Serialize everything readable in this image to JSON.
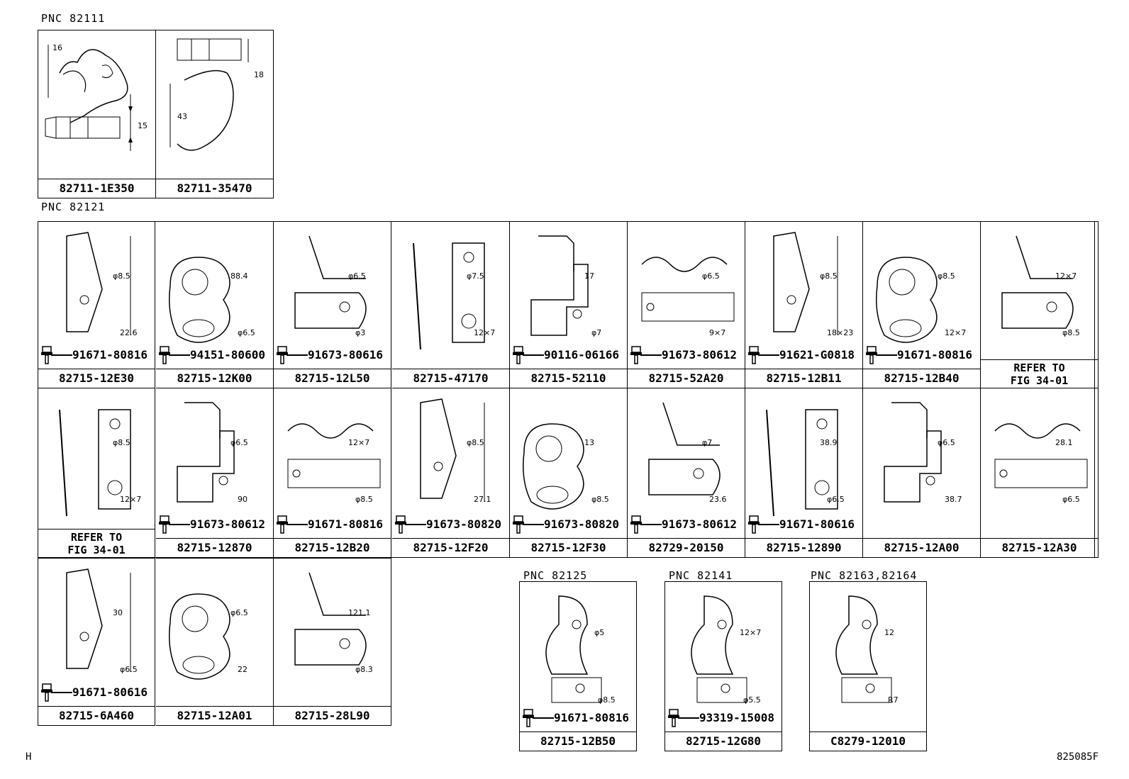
{
  "groups": {
    "g1": {
      "label": "PNC 82111"
    },
    "g2": {
      "label": "PNC 82121"
    },
    "g3": {
      "label": "PNC 82125"
    },
    "g4": {
      "label": "PNC 82141"
    },
    "g5": {
      "label": "PNC 82163,82164"
    }
  },
  "parts": [
    {
      "pn": "82711-1E350",
      "dims": [
        "16",
        "15"
      ]
    },
    {
      "pn": "82711-35470",
      "dims": [
        "18",
        "43"
      ]
    },
    {
      "pn": "82715-12E30",
      "bolt": "91671-80816",
      "dims": [
        "φ8.5",
        "22.6"
      ]
    },
    {
      "pn": "82715-12K00",
      "bolt": "94151-80600",
      "dims": [
        "88.4",
        "φ6.5"
      ]
    },
    {
      "pn": "82715-12L50",
      "bolt": "91673-80616",
      "dims": [
        "φ6.5",
        "φ3"
      ]
    },
    {
      "pn": "82715-47170",
      "dims": [
        "φ7.5",
        "12×7"
      ]
    },
    {
      "pn": "82715-52110",
      "bolt": "90116-06166",
      "dims": [
        "17",
        "φ7"
      ]
    },
    {
      "pn": "82715-52A20",
      "bolt": "91673-80612",
      "dims": [
        "φ6.5",
        "9×7"
      ]
    },
    {
      "pn": "82715-12B11",
      "bolt": "91621-G0818",
      "dims": [
        "φ8.5",
        "18×23"
      ]
    },
    {
      "pn": "82715-12B40",
      "bolt": "91671-80816",
      "dims": [
        "φ8.5",
        "12×7"
      ]
    },
    {
      "refer1": "REFER TO",
      "refer2": "FIG 34-01",
      "dims": [
        "12×7",
        "φ8.5"
      ]
    },
    {
      "refer1": "REFER TO",
      "refer2": "FIG 34-01",
      "dims": [
        "φ8.5",
        "12×7"
      ]
    },
    {
      "pn": "82715-12870",
      "bolt": "91673-80612",
      "dims": [
        "φ6.5",
        "90"
      ]
    },
    {
      "pn": "82715-12B20",
      "bolt": "91671-80816",
      "dims": [
        "12×7",
        "φ8.5"
      ]
    },
    {
      "pn": "82715-12F20",
      "bolt": "91673-80820",
      "dims": [
        "φ8.5",
        "27.1"
      ]
    },
    {
      "pn": "82715-12F30",
      "bolt": "91673-80820",
      "dims": [
        "13",
        "φ8.5"
      ]
    },
    {
      "pn": "82729-20150",
      "bolt": "91673-80612",
      "dims": [
        "φ7",
        "23.6"
      ]
    },
    {
      "pn": "82715-12890",
      "bolt": "91671-80616",
      "dims": [
        "38.9",
        "φ6.5"
      ]
    },
    {
      "pn": "82715-12A00",
      "dims": [
        "φ6.5",
        "38.7"
      ]
    },
    {
      "pn": "82715-12A30",
      "dims": [
        "28.1",
        "φ6.5"
      ]
    },
    {
      "pn": "82715-6A460",
      "bolt": "91671-80616",
      "dims": [
        "30",
        "φ6.5"
      ]
    },
    {
      "pn": "82715-12A01",
      "dims": [
        "φ6.5",
        "22"
      ]
    },
    {
      "pn": "82715-28L90",
      "dims": [
        "121.1",
        "φ8.3"
      ]
    },
    {
      "pn": "82715-12B50",
      "bolt": "91671-80816",
      "dims": [
        "φ5",
        "φ8.5"
      ]
    },
    {
      "pn": "82715-12G80",
      "bolt": "93319-15008",
      "dims": [
        "12×7",
        "φ5.5"
      ]
    },
    {
      "pn": "C8279-12010",
      "dims": [
        "12",
        "R7"
      ]
    }
  ],
  "footer": {
    "left": "H",
    "right": "825085F"
  }
}
